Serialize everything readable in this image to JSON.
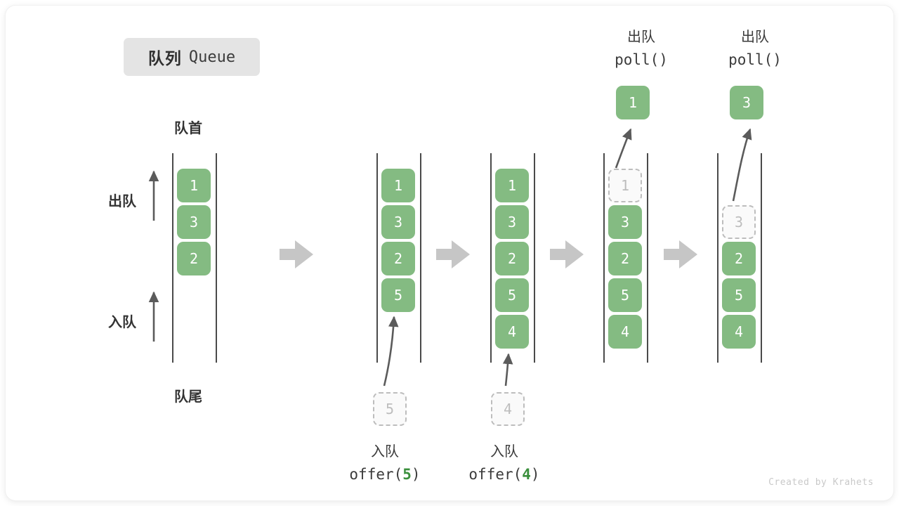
{
  "title": {
    "cn": "队列",
    "en": "Queue"
  },
  "labels": {
    "head": "队首",
    "tail": "队尾",
    "dequeue": "出队",
    "enqueue": "入队"
  },
  "footer": "Created by Krahets",
  "colors": {
    "cell_fill": "#84bb82",
    "cell_text": "#ffffff",
    "ghost_border": "#bdbdbd",
    "rail": "#4a4a4a",
    "step_arrow": "#c6c6c6",
    "accent_green": "#3a8f3c",
    "badge_bg": "#e4e4e4"
  },
  "steps": [
    {
      "id": "initial",
      "cells": [
        "1",
        "3",
        "2"
      ],
      "ghost_index": null,
      "incoming": null,
      "outgoing": null,
      "caption_cn": null,
      "caption_code": null
    },
    {
      "id": "after-offer-5",
      "cells": [
        "1",
        "3",
        "2",
        "5"
      ],
      "ghost_index": null,
      "incoming": "5",
      "outgoing": null,
      "caption_cn": "入队",
      "caption_code": "offer(5)",
      "caption_num": "5"
    },
    {
      "id": "after-offer-4",
      "cells": [
        "1",
        "3",
        "2",
        "5",
        "4"
      ],
      "ghost_index": null,
      "incoming": "4",
      "outgoing": null,
      "caption_cn": "入队",
      "caption_code": "offer(4)",
      "caption_num": "4"
    },
    {
      "id": "poll-1",
      "cells": [
        "1",
        "3",
        "2",
        "5",
        "4"
      ],
      "ghost_index": 0,
      "incoming": null,
      "outgoing": "1",
      "caption_cn": "出队",
      "caption_code": "poll()"
    },
    {
      "id": "poll-3",
      "cells": [
        "3",
        "2",
        "5",
        "4"
      ],
      "ghost_index": 0,
      "incoming": null,
      "outgoing": "3",
      "caption_cn": "出队",
      "caption_code": "poll()"
    }
  ],
  "step_arrows": 4
}
